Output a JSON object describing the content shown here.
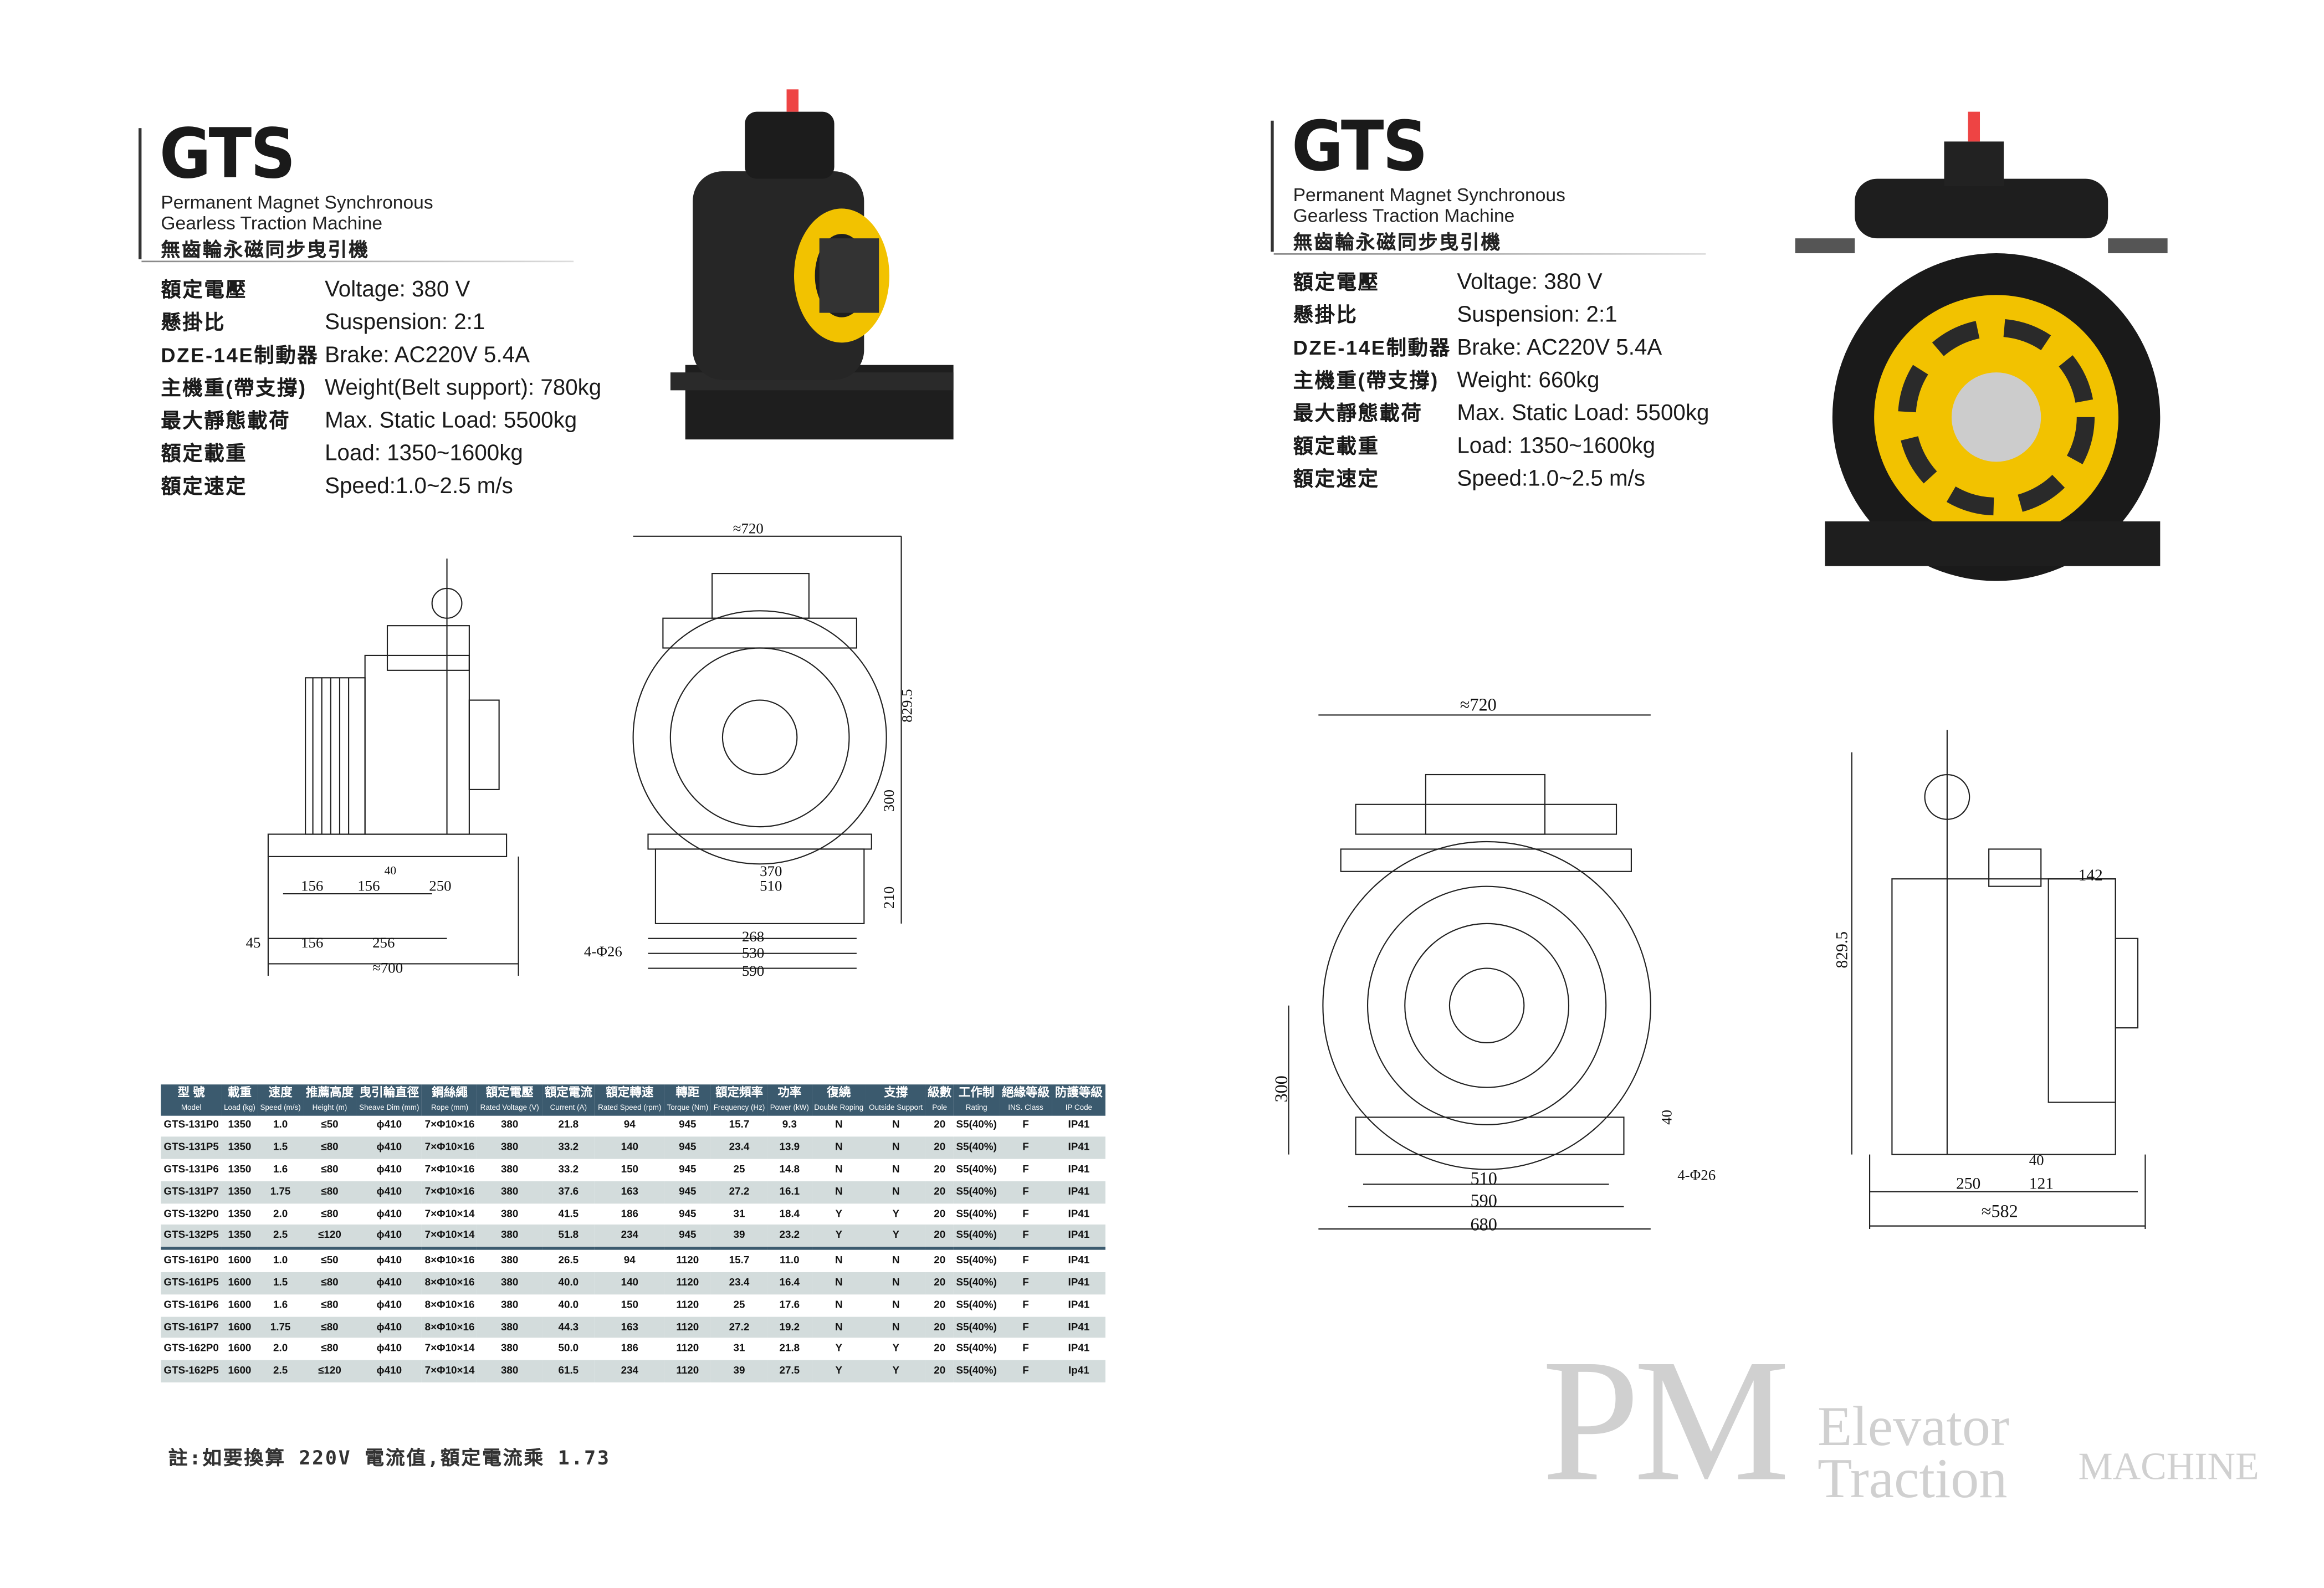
{
  "left": {
    "title": "GTS",
    "subtitle_en_1": "Permanent Magnet Synchronous",
    "subtitle_en_2": "Gearless Traction Machine",
    "subtitle_cn": "無齒輪永磁同步曳引機",
    "specs": [
      {
        "k": "額定電壓",
        "v": "Voltage: 380 V"
      },
      {
        "k": "懸掛比",
        "v": "Suspension: 2:1"
      },
      {
        "k": "DZE-14E制動器",
        "v": "Brake: AC220V 5.4A"
      },
      {
        "k": "主機重(帶支撐)",
        "v": "Weight(Belt support): 780kg"
      },
      {
        "k": "最大靜態載荷",
        "v": "Max. Static Load: 5500kg"
      },
      {
        "k": "額定載重",
        "v": "Load: 1350~1600kg"
      },
      {
        "k": "額定速定",
        "v": "Speed:1.0~2.5 m/s"
      }
    ],
    "side_dims": {
      "d1": "156",
      "d2": "156",
      "d3": "40",
      "d4": "250",
      "d5": "45",
      "d6": "156",
      "d7": "256",
      "total": "≈700"
    },
    "front_dims": {
      "width": "≈720",
      "height": "829.5",
      "h300": "300",
      "h210": "210",
      "w370": "370",
      "w510": "510",
      "w268": "268",
      "w530": "530",
      "w590": "590",
      "holes": "4-Φ26"
    }
  },
  "right": {
    "title": "GTS",
    "subtitle_en_1": "Permanent Magnet Synchronous",
    "subtitle_en_2": "Gearless Traction Machine",
    "subtitle_cn": "無齒輪永磁同步曳引機",
    "specs": [
      {
        "k": "額定電壓",
        "v": "Voltage: 380 V"
      },
      {
        "k": "懸掛比",
        "v": "Suspension: 2:1"
      },
      {
        "k": "DZE-14E制動器",
        "v": "Brake: AC220V 5.4A"
      },
      {
        "k": "主機重(帶支撐)",
        "v": "Weight: 660kg"
      },
      {
        "k": "最大靜態載荷",
        "v": "Max. Static Load: 5500kg"
      },
      {
        "k": "額定載重",
        "v": "Load: 1350~1600kg"
      },
      {
        "k": "額定速定",
        "v": "Speed:1.0~2.5 m/s"
      }
    ],
    "front_dims": {
      "width": "≈720",
      "h300": "300",
      "h40": "40",
      "holes": "4-Φ26",
      "w510": "510",
      "w590": "590",
      "w680": "680"
    },
    "side_dims": {
      "d142": "142",
      "height": "829.5",
      "d40": "40",
      "d250": "250",
      "d121": "121",
      "total": "≈582"
    }
  },
  "table": {
    "headers": [
      {
        "cn": "型 號",
        "en": "Model"
      },
      {
        "cn": "載重",
        "en": "Load (kg)"
      },
      {
        "cn": "速度",
        "en": "Speed (m/s)"
      },
      {
        "cn": "推薦高度",
        "en": "Height (m)"
      },
      {
        "cn": "曳引輪直徑",
        "en": "Sheave Dim (mm)"
      },
      {
        "cn": "鋼絲繩",
        "en": "Rope (mm)"
      },
      {
        "cn": "額定電壓",
        "en": "Rated Voltage (V)"
      },
      {
        "cn": "額定電流",
        "en": "Current (A)"
      },
      {
        "cn": "額定轉速",
        "en": "Rated Speed (rpm)"
      },
      {
        "cn": "轉距",
        "en": "Torque (Nm)"
      },
      {
        "cn": "額定頻率",
        "en": "Frequency (Hz)"
      },
      {
        "cn": "功率",
        "en": "Power (kW)"
      },
      {
        "cn": "復繞",
        "en": "Double Roping"
      },
      {
        "cn": "支撐",
        "en": "Outside Support"
      },
      {
        "cn": "級數",
        "en": "Pole"
      },
      {
        "cn": "工作制",
        "en": "Rating"
      },
      {
        "cn": "絕緣等級",
        "en": "INS. Class"
      },
      {
        "cn": "防護等級",
        "en": "IP Code"
      }
    ],
    "rows": [
      [
        "GTS-131P0",
        "1350",
        "1.0",
        "≤50",
        "ϕ410",
        "7×Φ10×16",
        "380",
        "21.8",
        "94",
        "945",
        "15.7",
        "9.3",
        "N",
        "N",
        "20",
        "S5(40%)",
        "F",
        "IP41"
      ],
      [
        "GTS-131P5",
        "1350",
        "1.5",
        "≤80",
        "ϕ410",
        "7×Φ10×16",
        "380",
        "33.2",
        "140",
        "945",
        "23.4",
        "13.9",
        "N",
        "N",
        "20",
        "S5(40%)",
        "F",
        "IP41"
      ],
      [
        "GTS-131P6",
        "1350",
        "1.6",
        "≤80",
        "ϕ410",
        "7×Φ10×16",
        "380",
        "33.2",
        "150",
        "945",
        "25",
        "14.8",
        "N",
        "N",
        "20",
        "S5(40%)",
        "F",
        "IP41"
      ],
      [
        "GTS-131P7",
        "1350",
        "1.75",
        "≤80",
        "ϕ410",
        "7×Φ10×16",
        "380",
        "37.6",
        "163",
        "945",
        "27.2",
        "16.1",
        "N",
        "N",
        "20",
        "S5(40%)",
        "F",
        "IP41"
      ],
      [
        "GTS-132P0",
        "1350",
        "2.0",
        "≤80",
        "ϕ410",
        "7×Φ10×14",
        "380",
        "41.5",
        "186",
        "945",
        "31",
        "18.4",
        "Y",
        "Y",
        "20",
        "S5(40%)",
        "F",
        "IP41"
      ],
      [
        "GTS-132P5",
        "1350",
        "2.5",
        "≤120",
        "ϕ410",
        "7×Φ10×14",
        "380",
        "51.8",
        "234",
        "945",
        "39",
        "23.2",
        "Y",
        "Y",
        "20",
        "S5(40%)",
        "F",
        "IP41"
      ],
      [
        "GTS-161P0",
        "1600",
        "1.0",
        "≤50",
        "ϕ410",
        "8×Φ10×16",
        "380",
        "26.5",
        "94",
        "1120",
        "15.7",
        "11.0",
        "N",
        "N",
        "20",
        "S5(40%)",
        "F",
        "IP41"
      ],
      [
        "GTS-161P5",
        "1600",
        "1.5",
        "≤80",
        "ϕ410",
        "8×Φ10×16",
        "380",
        "40.0",
        "140",
        "1120",
        "23.4",
        "16.4",
        "N",
        "N",
        "20",
        "S5(40%)",
        "F",
        "IP41"
      ],
      [
        "GTS-161P6",
        "1600",
        "1.6",
        "≤80",
        "ϕ410",
        "8×Φ10×16",
        "380",
        "40.0",
        "150",
        "1120",
        "25",
        "17.6",
        "N",
        "N",
        "20",
        "S5(40%)",
        "F",
        "IP41"
      ],
      [
        "GTS-161P7",
        "1600",
        "1.75",
        "≤80",
        "ϕ410",
        "8×Φ10×16",
        "380",
        "44.3",
        "163",
        "1120",
        "27.2",
        "19.2",
        "N",
        "N",
        "20",
        "S5(40%)",
        "F",
        "IP41"
      ],
      [
        "GTS-162P0",
        "1600",
        "2.0",
        "≤80",
        "ϕ410",
        "7×Φ10×14",
        "380",
        "50.0",
        "186",
        "1120",
        "31",
        "21.8",
        "Y",
        "Y",
        "20",
        "S5(40%)",
        "F",
        "IP41"
      ],
      [
        "GTS-162P5",
        "1600",
        "2.5",
        "≤120",
        "ϕ410",
        "7×Φ10×14",
        "380",
        "61.5",
        "234",
        "1120",
        "39",
        "27.5",
        "Y",
        "Y",
        "20",
        "S5(40%)",
        "F",
        "Ip41"
      ]
    ],
    "note": "註:如要換算 220V 電流值,額定電流乘 1.73"
  },
  "watermark": {
    "pm": "PM",
    "line1": "Elevator",
    "line2": "Traction",
    "machine": "MACHINE"
  },
  "colors": {
    "table_header": "#3b5a6e",
    "row_alt": "#d3dcdc",
    "sheave_yellow": "#f2c200"
  }
}
